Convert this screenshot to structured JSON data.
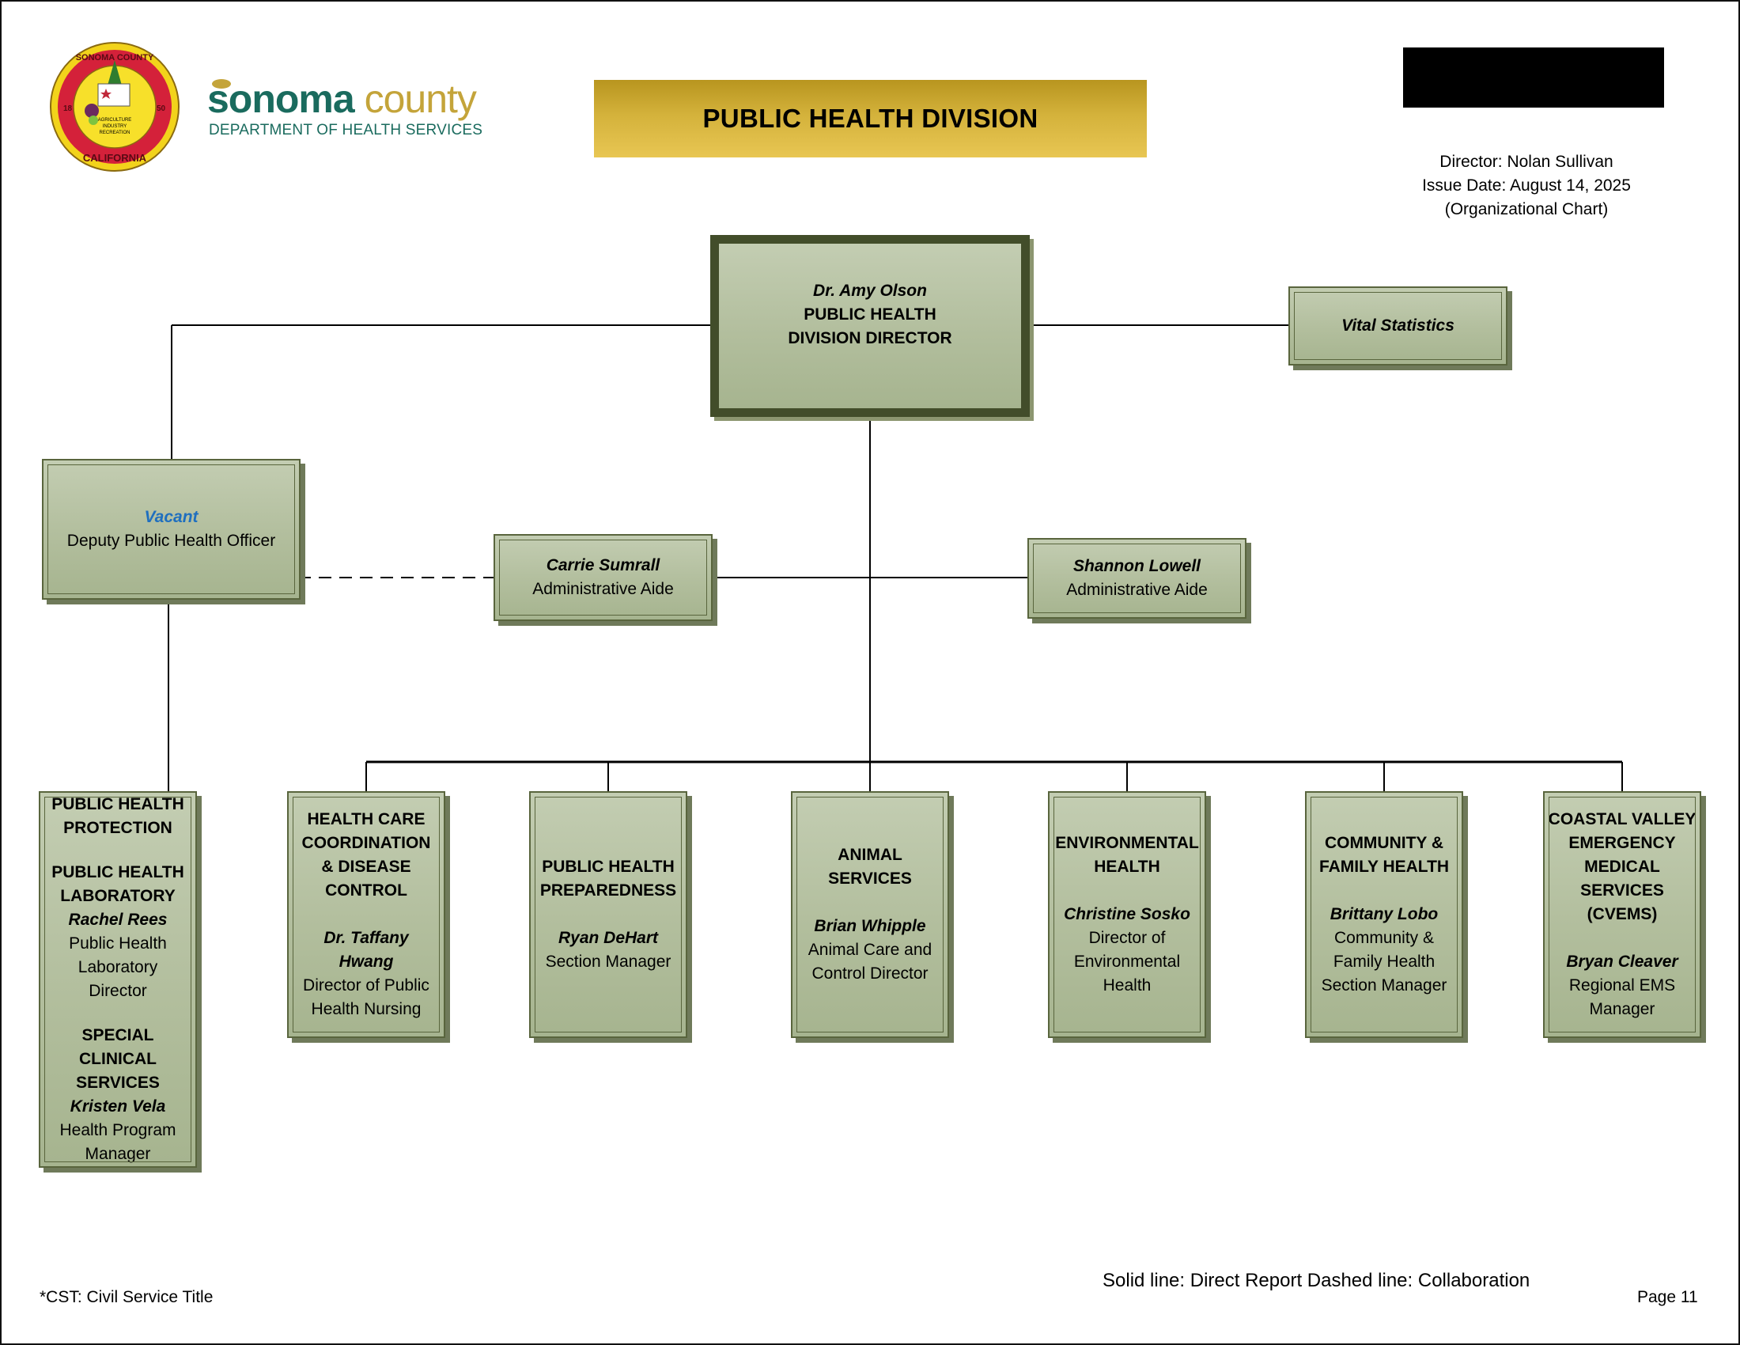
{
  "header": {
    "seal": {
      "top_text": "SONOMA COUNTY",
      "bottom_text": "CALIFORNIA",
      "year_left": "18",
      "year_right": "50",
      "motto": [
        "AGRICULTURE",
        "INDUSTRY",
        "RECREATION"
      ]
    },
    "brand": {
      "word1": "sonoma",
      "word2": "county",
      "subtitle": "DEPARTMENT OF HEALTH SERVICES"
    },
    "title": "PUBLIC HEALTH DIVISION",
    "meta": {
      "director": "Director: Nolan Sullivan",
      "issue_date": "Issue Date: August 14, 2025",
      "doc_type": "(Organizational Chart)"
    }
  },
  "org": {
    "director": {
      "name": "Dr. Amy Olson",
      "title_line1": "PUBLIC HEALTH",
      "title_line2": "DIVISION DIRECTOR"
    },
    "vital_statistics": {
      "label": "Vital Statistics"
    },
    "deputy": {
      "name": "Vacant",
      "title": "Deputy Public Health Officer"
    },
    "aide_left": {
      "name": "Carrie Sumrall",
      "title": "Administrative Aide"
    },
    "aide_right": {
      "name": "Shannon Lowell",
      "title": "Administrative Aide"
    },
    "protection": {
      "unit": [
        "PUBLIC HEALTH",
        "PROTECTION"
      ],
      "lab_unit": [
        "PUBLIC HEALTH",
        "LABORATORY"
      ],
      "lab_name": "Rachel Rees",
      "lab_title": [
        "Public Health",
        "Laboratory",
        "Director"
      ],
      "clinical_unit": [
        "SPECIAL CLINICAL",
        "SERVICES"
      ],
      "clinical_name": "Kristen Vela",
      "clinical_title": [
        "Health Program",
        "Manager"
      ]
    },
    "sections": [
      {
        "unit": [
          "HEALTH CARE",
          "COORDINATION",
          "& DISEASE",
          "CONTROL"
        ],
        "name": [
          "Dr. Taffany",
          "Hwang"
        ],
        "title": [
          "Director of Public",
          "Health Nursing"
        ]
      },
      {
        "unit": [
          "PUBLIC HEALTH",
          "PREPAREDNESS"
        ],
        "name": [
          "Ryan DeHart"
        ],
        "title": [
          "Section Manager"
        ]
      },
      {
        "unit": [
          "ANIMAL SERVICES"
        ],
        "name": [
          "Brian Whipple"
        ],
        "title": [
          "Animal Care and",
          "Control Director"
        ]
      },
      {
        "unit": [
          "ENVIRONMENTAL",
          "HEALTH"
        ],
        "name": [
          "Christine Sosko"
        ],
        "title": [
          "Director of",
          "Environmental",
          "Health"
        ]
      },
      {
        "unit": [
          "COMMUNITY &",
          "FAMILY HEALTH"
        ],
        "name": [
          "Brittany Lobo"
        ],
        "title": [
          "Community &",
          "Family Health",
          "Section Manager"
        ]
      },
      {
        "unit": [
          "COASTAL VALLEY",
          "EMERGENCY",
          "MEDICAL",
          "SERVICES",
          "(CVEMS)"
        ],
        "name": [
          "Bryan Cleaver"
        ],
        "title": [
          "Regional EMS",
          "Manager"
        ]
      }
    ]
  },
  "footer": {
    "note": "*CST: Civil Service Title",
    "legend": "Solid line: Direct Report  Dashed line:  Collaboration",
    "page": "Page 11"
  },
  "colors": {
    "box_fill_top": "#c3cdb2",
    "box_fill_bottom": "#a6b48f",
    "box_border": "#59653d",
    "director_border": "#424d2a",
    "title_gold": "#d4b23b",
    "vacant_blue": "#1f6fbf",
    "brand_teal": "#1a6b5e",
    "brand_gold": "#c4a43a"
  }
}
